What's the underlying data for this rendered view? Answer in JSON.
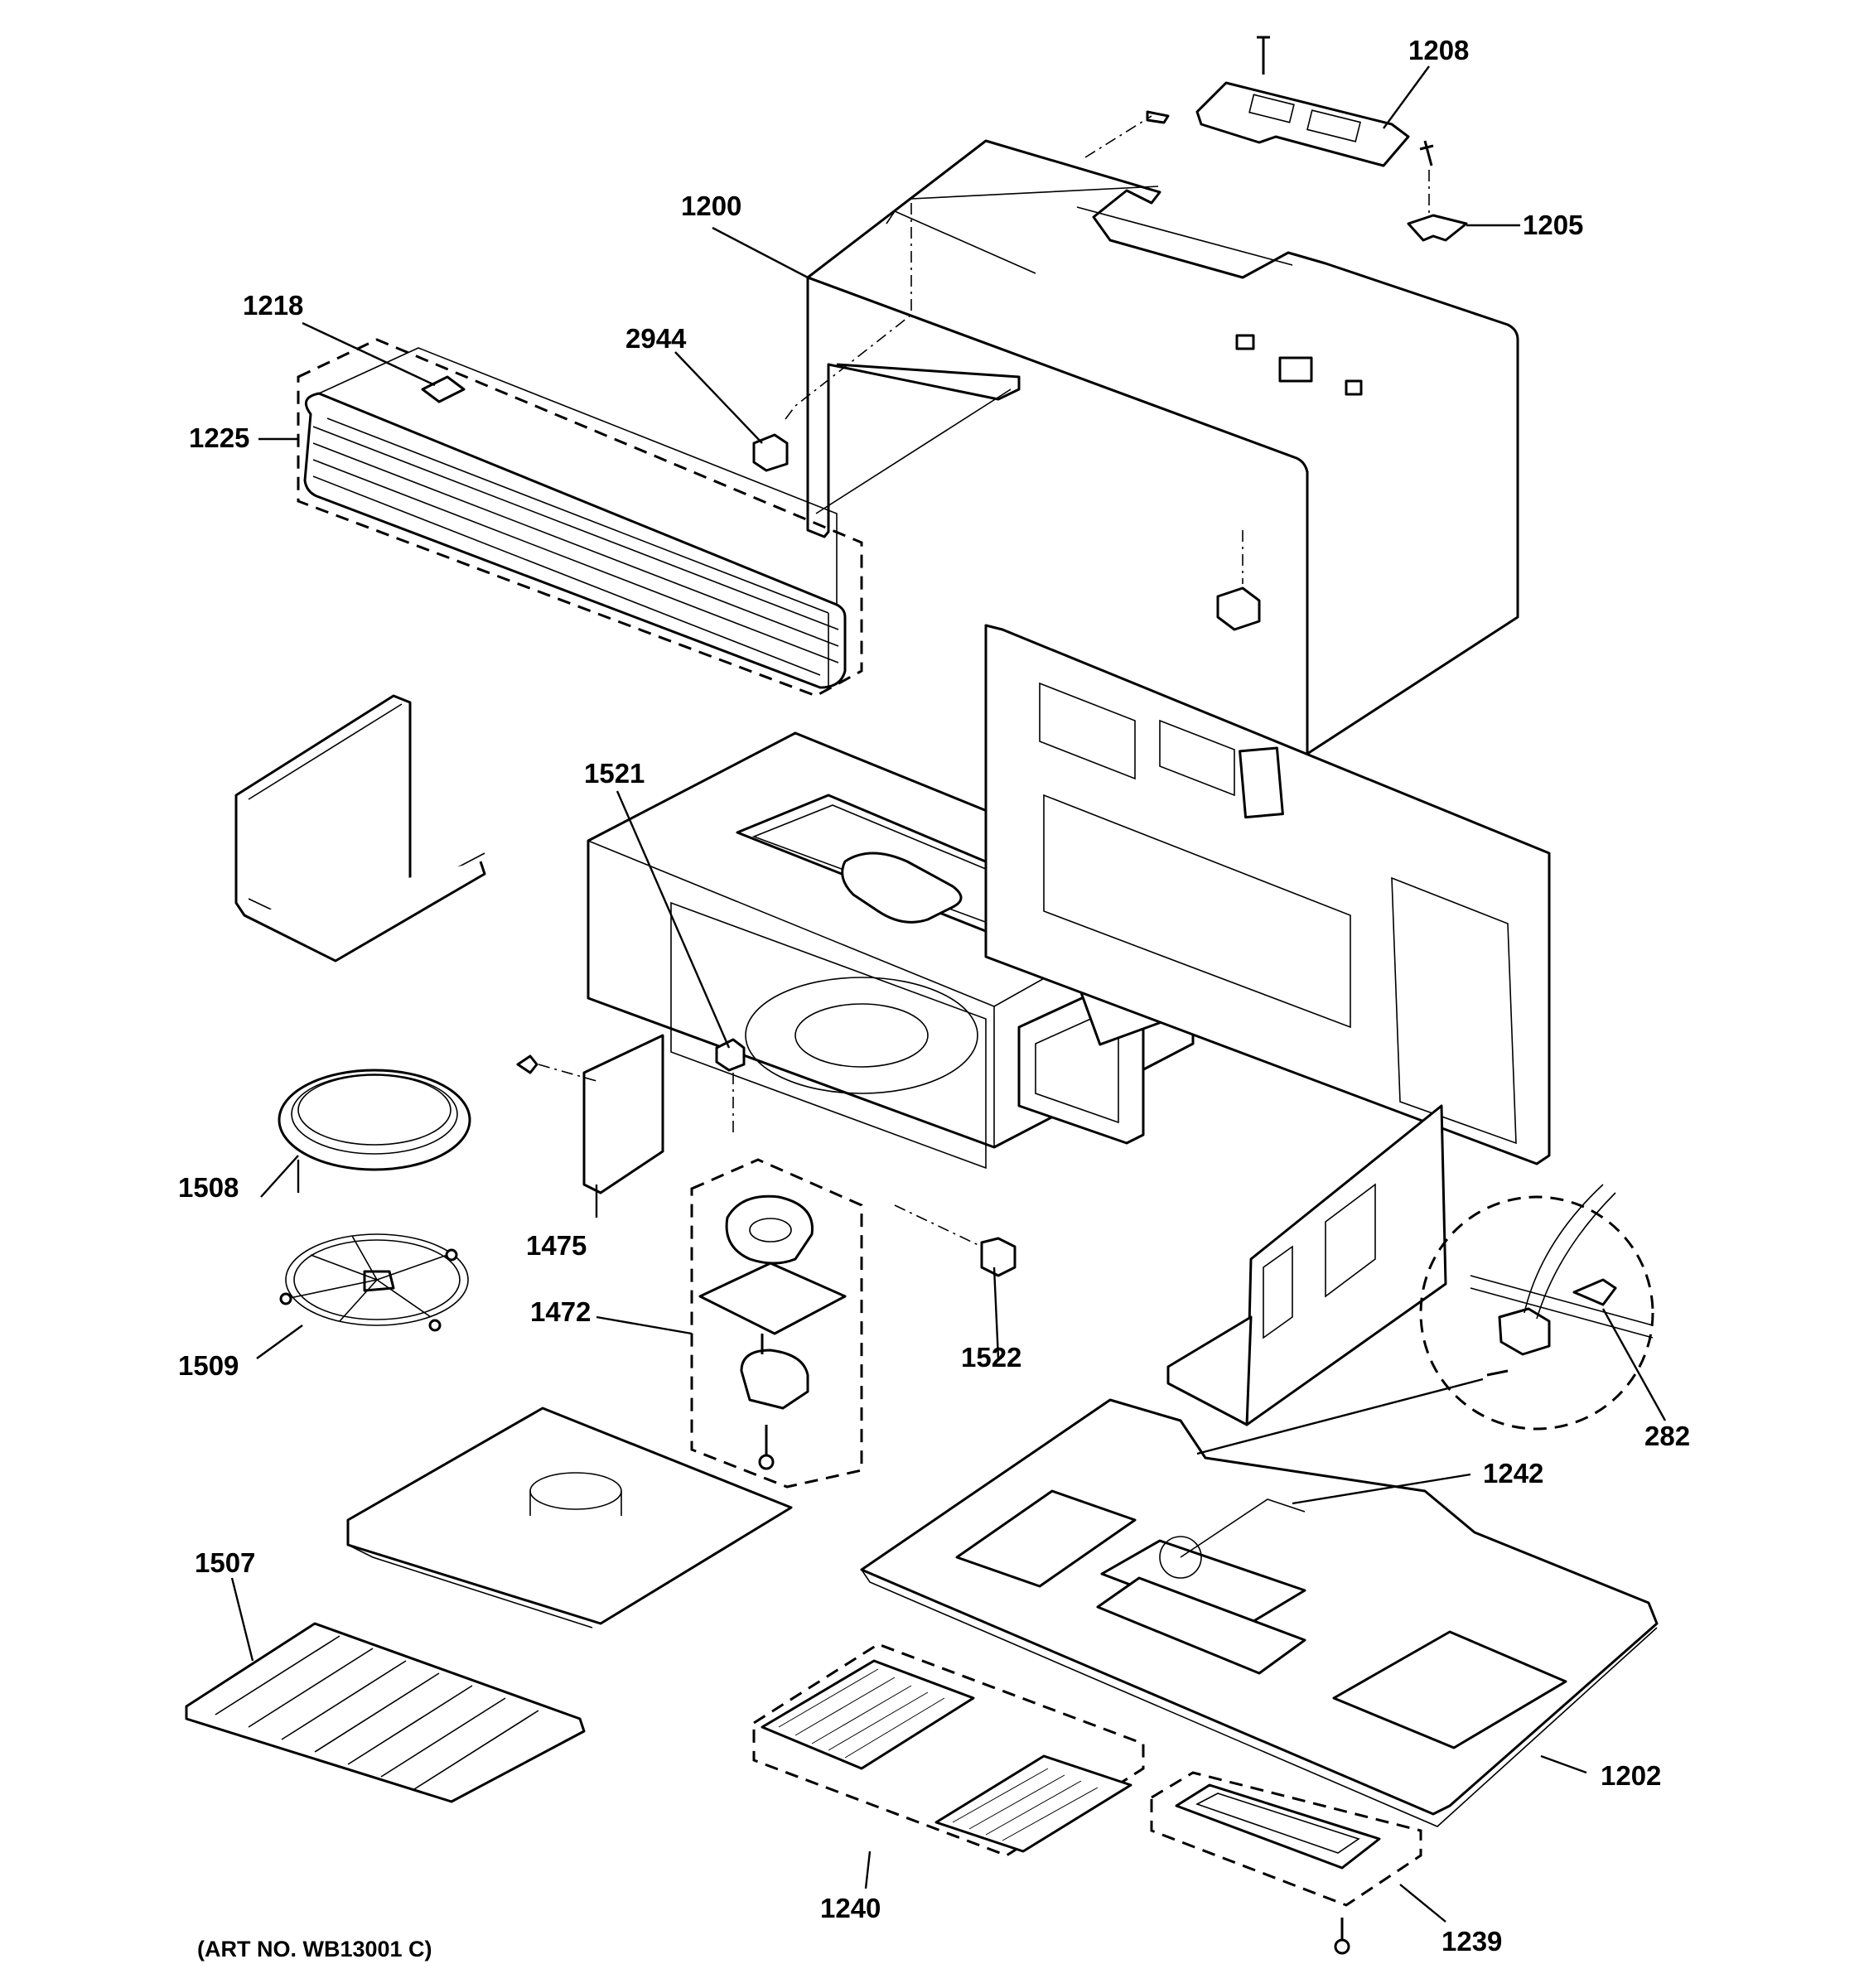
{
  "labels": {
    "p1208": "1208",
    "p1200": "1200",
    "p1205": "1205",
    "p1218": "1218",
    "p2944": "2944",
    "p1225": "1225",
    "p1521": "1521",
    "p1508": "1508",
    "p1475": "1475",
    "p1472": "1472",
    "p1522": "1522",
    "p1509": "1509",
    "p282": "282",
    "p1242": "1242",
    "p1507": "1507",
    "p1202": "1202",
    "p1240": "1240",
    "p1239": "1239"
  },
  "art_number": "(ART NO. WB13001 C)"
}
